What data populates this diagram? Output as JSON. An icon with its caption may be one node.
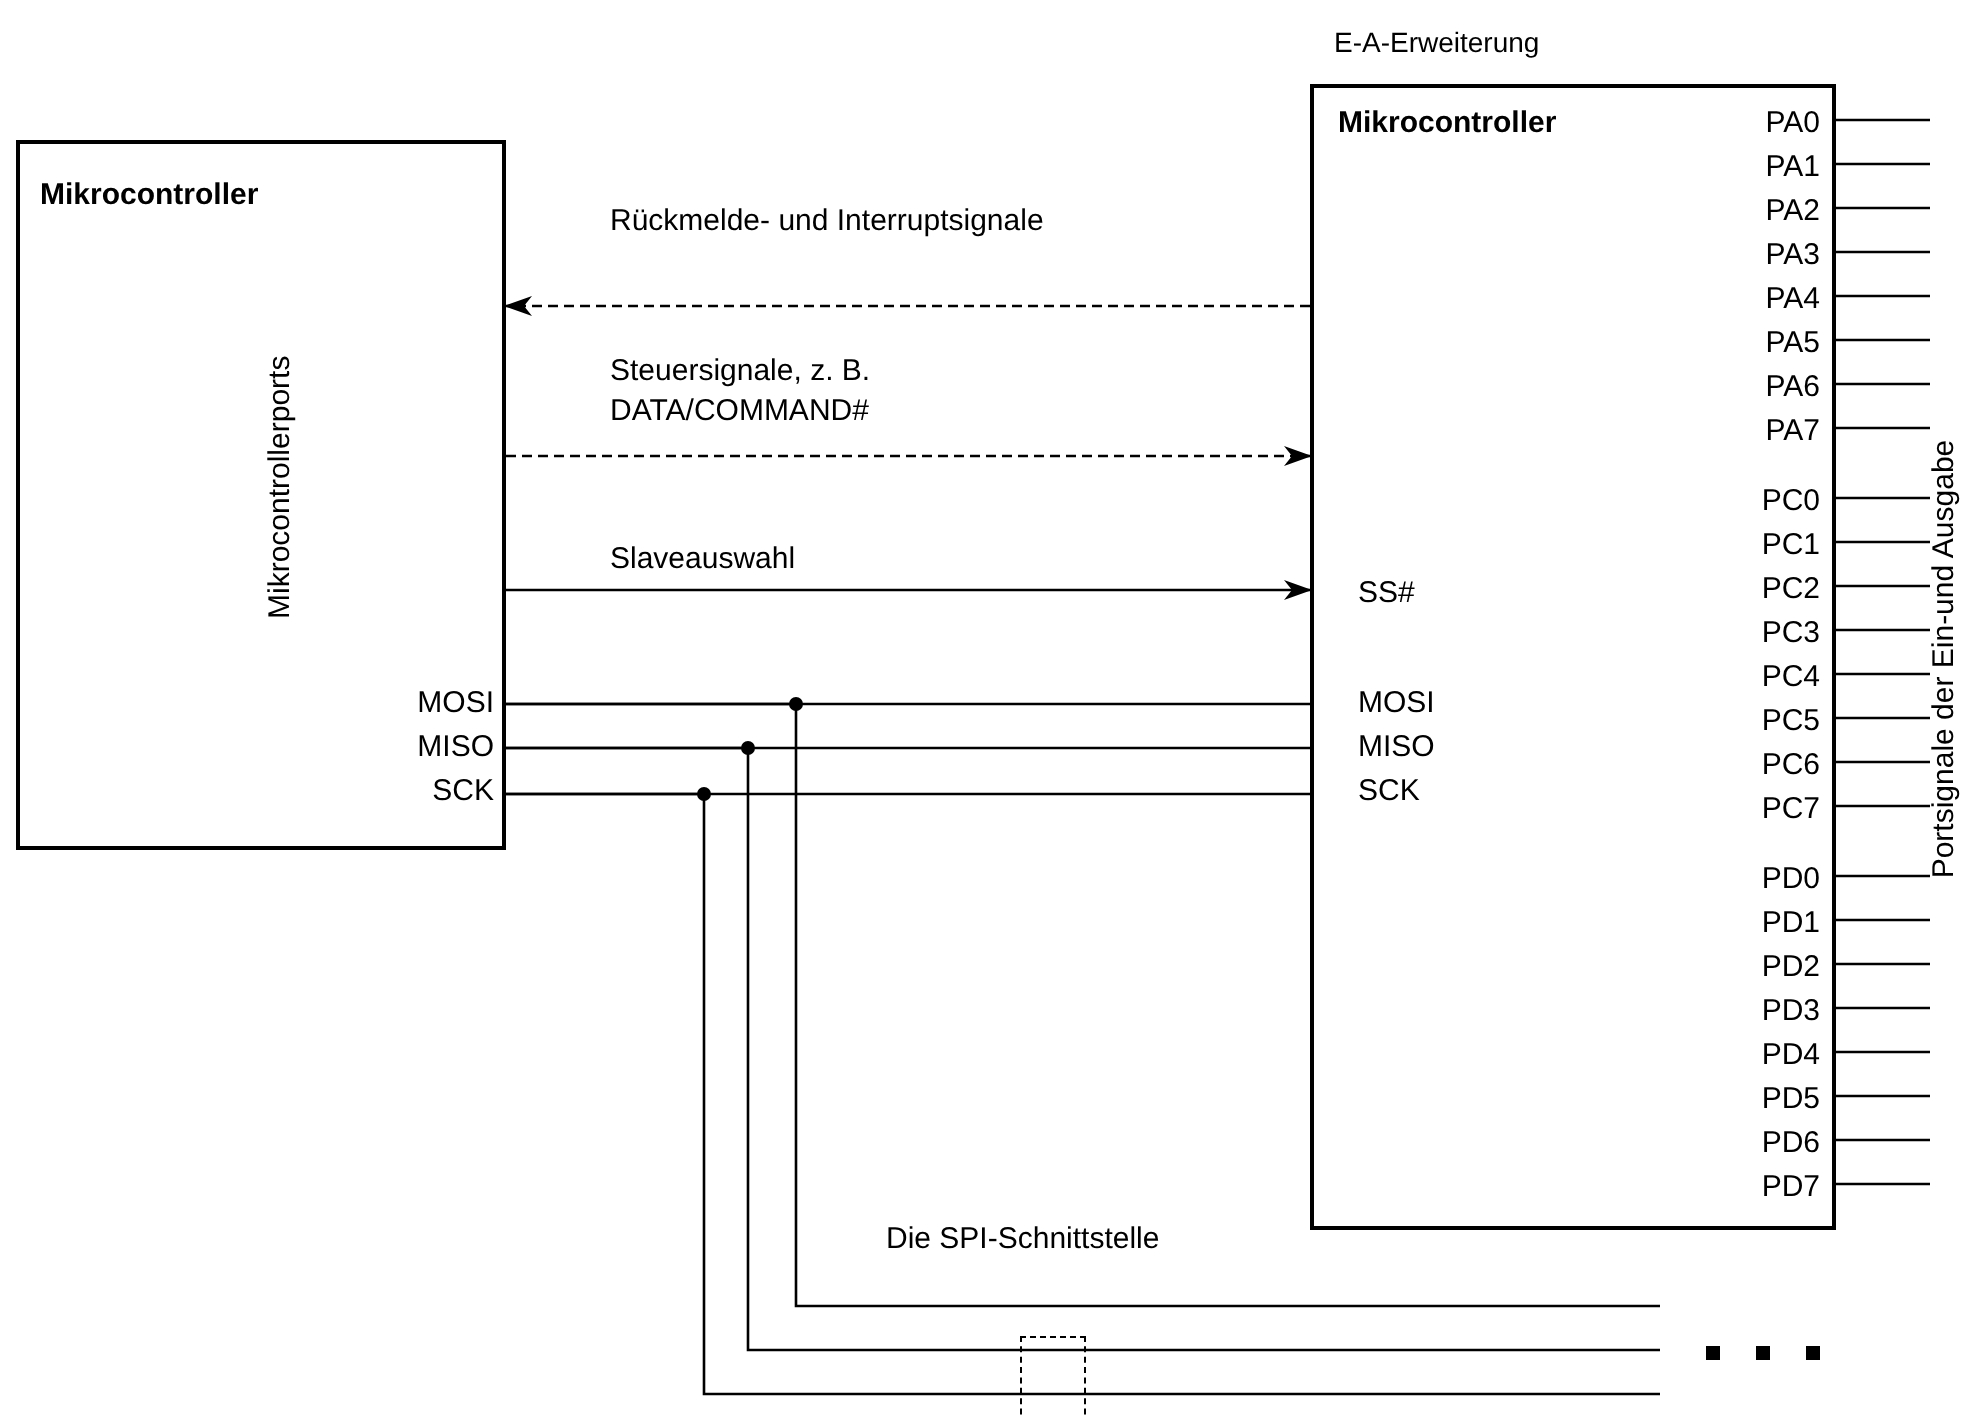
{
  "diagram": {
    "nodes": [
      {
        "text": [
          "Mikrocontroller",
          "Mikrocontrollerports",
          "MOSI",
          "MISO",
          "SCK"
        ]
      },
      {
        "text": [
          "Mikrocontroller",
          "SS#",
          "MOSI",
          "MISO",
          "SCK",
          "PA0",
          "PA1",
          "PA2",
          "PA3",
          "PA4",
          "PA5",
          "PA6",
          "PA7",
          "PC0",
          "PC1",
          "PC2",
          "PC3",
          "PC4",
          "PC5",
          "PC6",
          "PC7",
          "PD0",
          "PD1",
          "PD2",
          "PD3",
          "PD4",
          "PD5",
          "PD6",
          "PD7"
        ],
        "beside": [
          "E-A-Erweiterung"
        ]
      },
      {
        "text": [
          "Die SPI-Schnittstelle"
        ]
      }
    ],
    "edges": [
      {
        "from": 1,
        "to": 0,
        "arrow": "to",
        "style": "dashed",
        "label": "Rückmelde- und Interruptsignale"
      },
      {
        "from": 0,
        "to": 1,
        "arrow": "to",
        "style": "dashed",
        "label": "Steuersignale, z. B. DATA/COMMAND#"
      },
      {
        "from": 0,
        "to": 1,
        "arrow": "to",
        "label": "Slaveauswahl"
      },
      {
        "from": 0,
        "to": 1,
        "arrow": "none"
      },
      {
        "from": 0,
        "to": 1,
        "arrow": "none"
      },
      {
        "from": 0,
        "to": 1,
        "arrow": "none"
      },
      {
        "from": 0,
        "to": null,
        "arrow": "none"
      },
      {
        "from": 0,
        "to": null,
        "arrow": "none"
      },
      {
        "from": 0,
        "to": null,
        "arrow": "none"
      }
    ],
    "labels": [
      "Portsignale der Ein-und Ausgabe"
    ]
  }
}
